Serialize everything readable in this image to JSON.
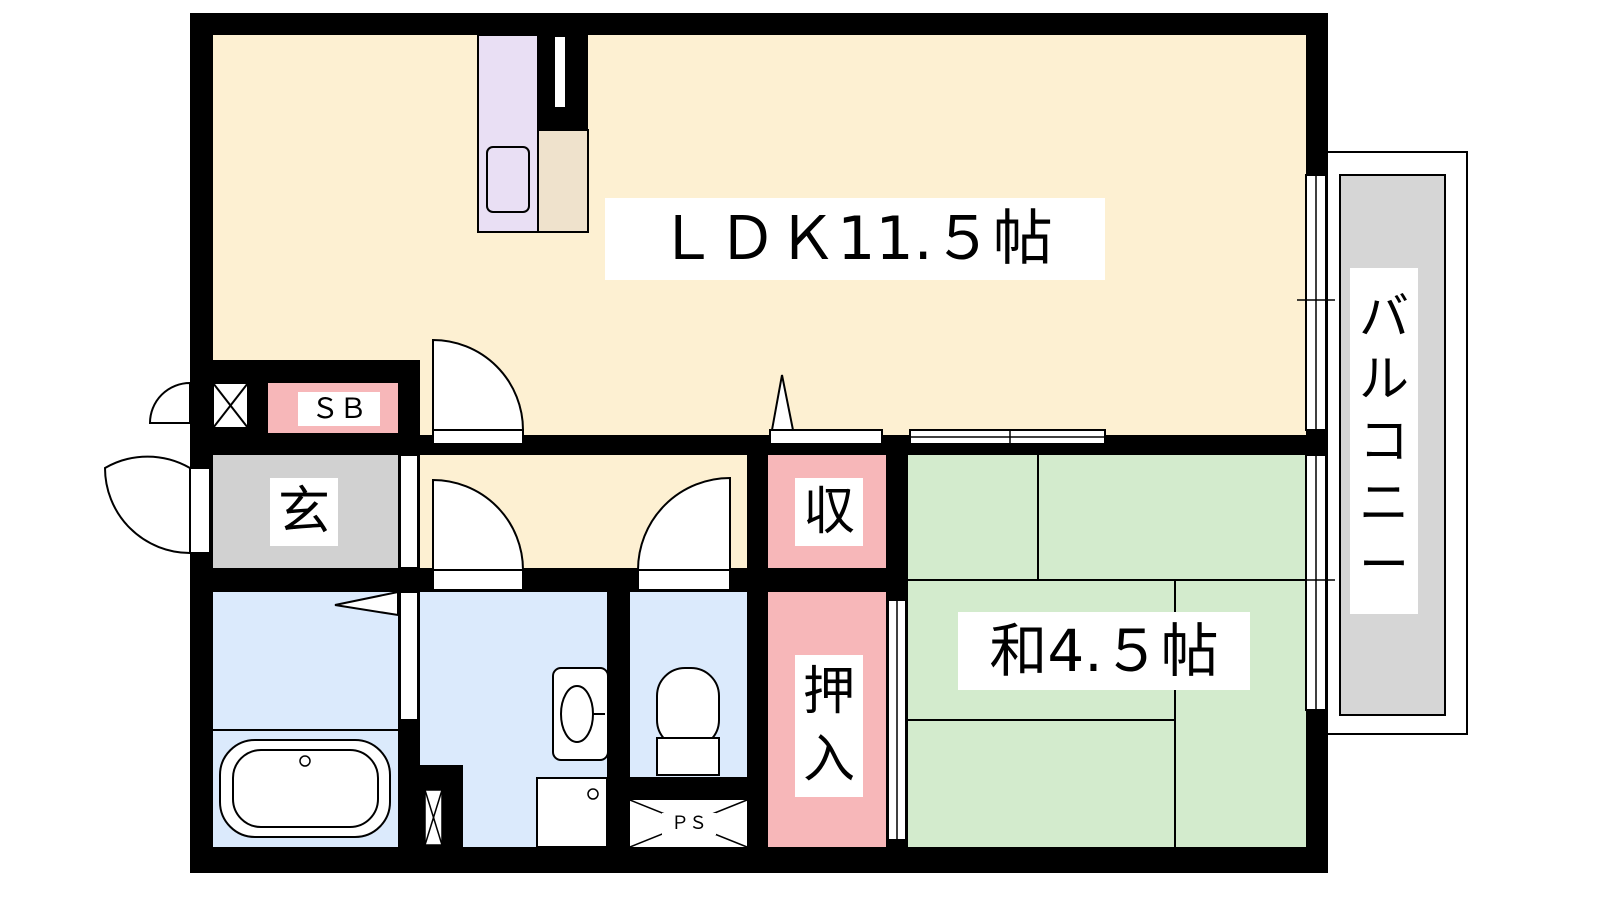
{
  "rooms": {
    "ldk": {
      "label": "ＬＤＫ11.５帖",
      "color": "#fdf0d2"
    },
    "washitsu": {
      "label": "和4.５帖",
      "color": "#d3ebcd"
    },
    "genkan": {
      "label": "玄",
      "color": "#d1d1d1"
    },
    "shoe_box": {
      "label": "ＳＢ",
      "color": "#f7b7b9"
    },
    "storage": {
      "label": "収",
      "color": "#f7b7b9"
    },
    "closet": {
      "label": "押入",
      "chars": [
        "押",
        "入"
      ],
      "color": "#f7b7b9"
    },
    "balcony": {
      "label": "バルコニー",
      "chars": [
        "バ",
        "ル",
        "コ",
        "ニ",
        "ー"
      ],
      "color": "#d6d6d6"
    },
    "pipe_space": {
      "label": "ＰＳ"
    },
    "wet_area": {
      "color": "#dbeafc"
    }
  },
  "colors": {
    "wall": "#000000",
    "kitchen_counter": "#e9dff4",
    "fridge_space": "#efe2cc",
    "corridor": "#fdf0d2"
  }
}
